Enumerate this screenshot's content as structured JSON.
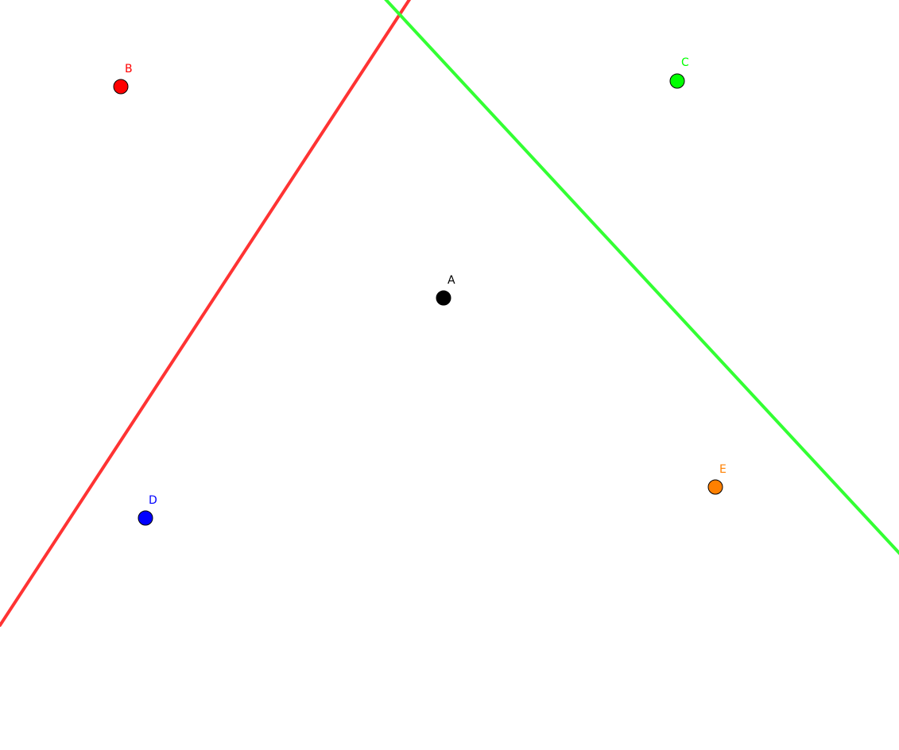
{
  "points": [
    {
      "id": "A",
      "label": "A",
      "color": "#000000"
    },
    {
      "id": "B",
      "label": "B",
      "color": "#ff0000"
    },
    {
      "id": "C",
      "label": "C",
      "color": "#00ff00"
    },
    {
      "id": "D",
      "label": "D",
      "color": "#0000ff"
    },
    {
      "id": "E",
      "label": "E",
      "color": "#ff8000"
    }
  ],
  "lines": [
    {
      "id": "red-line",
      "color": "#ff3333"
    },
    {
      "id": "green-line",
      "color": "#33ff33"
    }
  ]
}
